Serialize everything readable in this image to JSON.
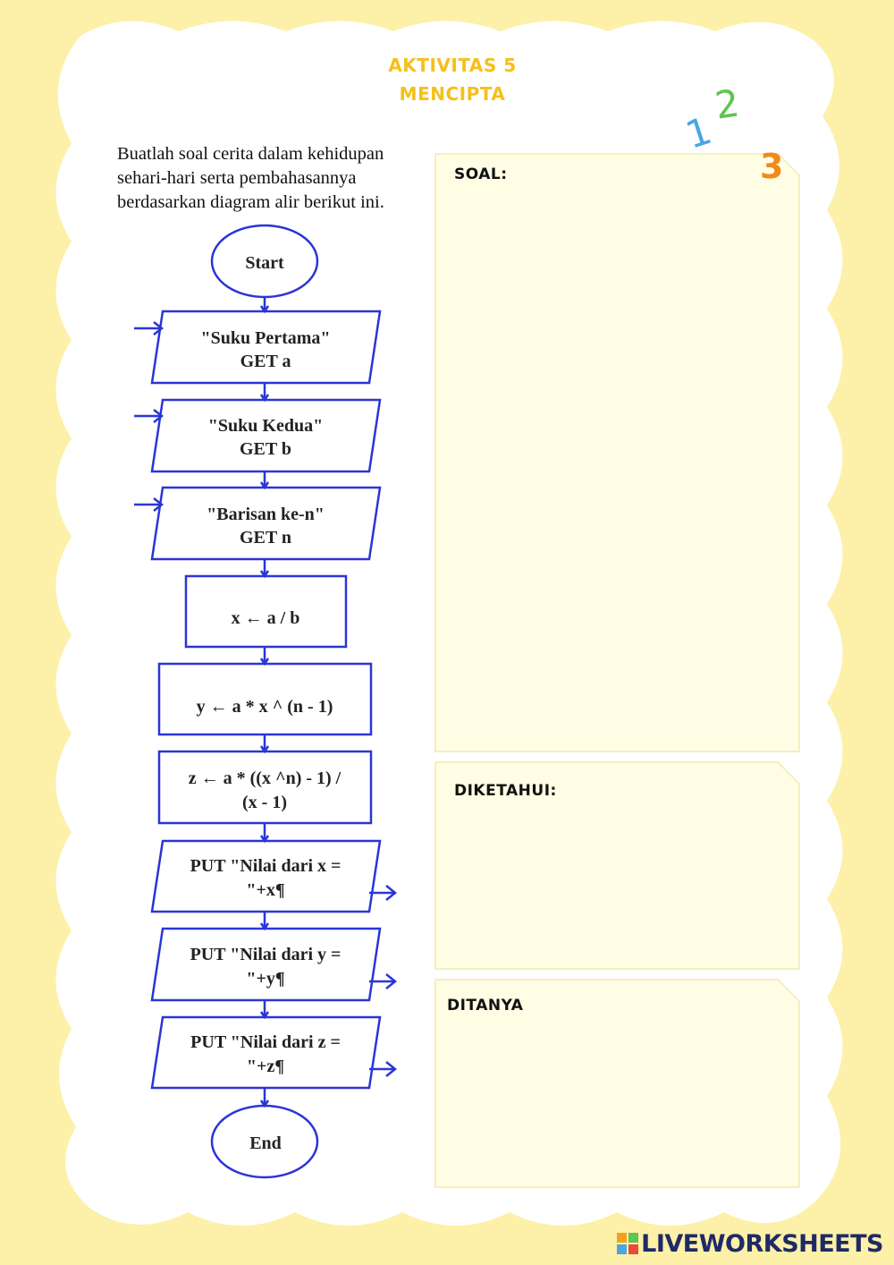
{
  "header": {
    "title_line1": "AKTIVITAS 5",
    "title_line2": "MENCIPTA"
  },
  "instruction": "Buatlah soal cerita dalam kehidupan sehari-hari serta pembahasannya berdasarkan diagram alir berikut ini.",
  "decor_numbers": [
    "1",
    "2",
    "3"
  ],
  "panels": {
    "soal_label": "SOAL:",
    "diketahui_label": "DIKETAHUI:",
    "ditanya_label": "DITANYA"
  },
  "flowchart": {
    "start": "Start",
    "input_a": [
      "\"Suku Pertama\"",
      "GET a"
    ],
    "input_b": [
      "\"Suku Kedua\"",
      "GET b"
    ],
    "input_n": [
      "\"Barisan ke-n\"",
      "GET n"
    ],
    "process_x": "x ← a / b",
    "process_y": "y ← a * x ^ (n - 1)",
    "process_z": [
      "z ← a * ((x ^n) - 1) /",
      "(x - 1)"
    ],
    "output_x": [
      "PUT \"Nilai dari x =",
      "\"+x¶"
    ],
    "output_y": [
      "PUT \"Nilai dari y =",
      "\"+y¶"
    ],
    "output_z": [
      "PUT \"Nilai dari z =",
      "\"+z¶"
    ],
    "end": "End"
  },
  "footer": {
    "brand": "LIVEWORKSHEETS"
  },
  "colors": {
    "background": "#fdf0a8",
    "title": "#f6c01a",
    "panel_fill": "#fffde4",
    "flowchart_stroke": "#2b35d6"
  }
}
